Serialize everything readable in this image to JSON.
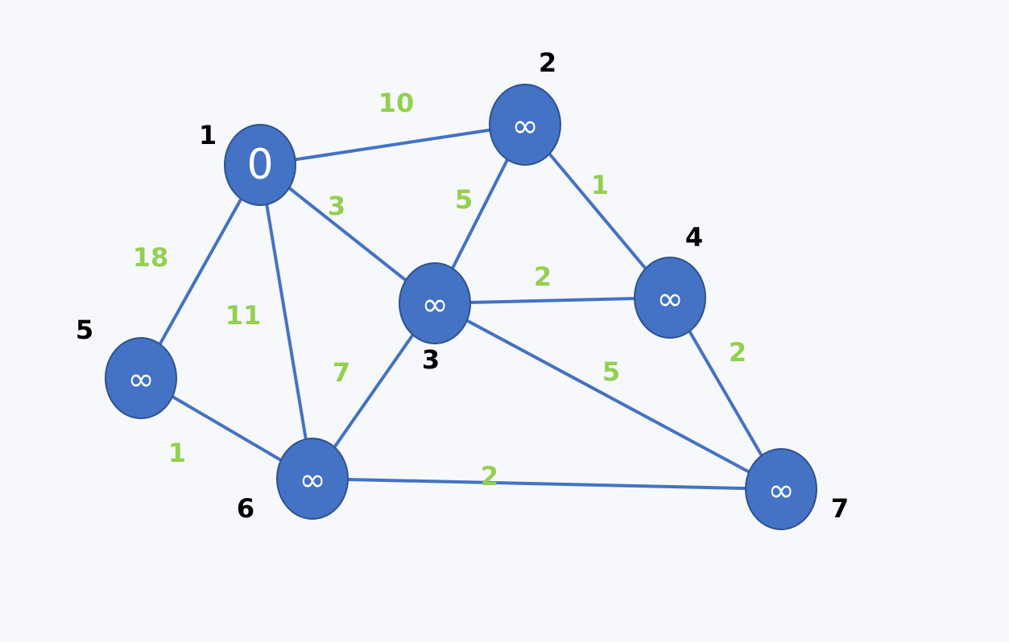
{
  "nodes": [
    {
      "id": "1",
      "value": "0"
    },
    {
      "id": "2",
      "value": "∞"
    },
    {
      "id": "3",
      "value": "∞"
    },
    {
      "id": "4",
      "value": "∞"
    },
    {
      "id": "5",
      "value": "∞"
    },
    {
      "id": "6",
      "value": "∞"
    },
    {
      "id": "7",
      "value": "∞"
    }
  ],
  "edges": [
    {
      "from": "1",
      "to": "2",
      "weight": "10"
    },
    {
      "from": "1",
      "to": "3",
      "weight": "3"
    },
    {
      "from": "1",
      "to": "5",
      "weight": "18"
    },
    {
      "from": "1",
      "to": "6",
      "weight": "11"
    },
    {
      "from": "2",
      "to": "3",
      "weight": "5"
    },
    {
      "from": "2",
      "to": "4",
      "weight": "1"
    },
    {
      "from": "3",
      "to": "4",
      "weight": "2"
    },
    {
      "from": "3",
      "to": "6",
      "weight": "7"
    },
    {
      "from": "3",
      "to": "7",
      "weight": "5"
    },
    {
      "from": "4",
      "to": "7",
      "weight": "2"
    },
    {
      "from": "5",
      "to": "6",
      "weight": "1"
    },
    {
      "from": "6",
      "to": "7",
      "weight": "2"
    }
  ]
}
